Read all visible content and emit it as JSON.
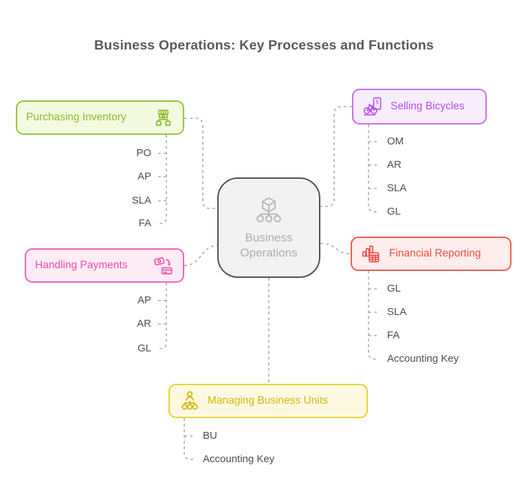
{
  "title": "Business Operations: Key Processes and Functions",
  "center": {
    "label": "Business Operations",
    "label_lines": [
      "Business",
      "Operations"
    ],
    "icon": "cube-network-icon",
    "fill": "#f2f2f2",
    "border_color": "#4f4f4f",
    "text_color": "#acacac"
  },
  "branches": [
    {
      "label": "Purchasing Inventory",
      "icon": "store-network-icon",
      "accent": "#95c43c",
      "fill": "#f3fadf",
      "text_color": "#8bbb2c",
      "children": [
        "PO",
        "AP",
        "SLA",
        "FA"
      ]
    },
    {
      "label": "Selling Bicycles",
      "icon": "bicycle-invoice-icon",
      "accent": "#c76ef1",
      "fill": "#f8eefe",
      "text_color": "#b44ff0",
      "children": [
        "OM",
        "AR",
        "SLA",
        "GL"
      ]
    },
    {
      "label": "Handling Payments",
      "icon": "money-transfer-icon",
      "accent": "#f161b3",
      "fill": "#fdebf5",
      "text_color": "#ef4fa9",
      "children": [
        "AP",
        "AR",
        "GL"
      ]
    },
    {
      "label": "Financial Reporting",
      "icon": "chart-calculator-icon",
      "accent": "#f3594e",
      "fill": "#fdedec",
      "text_color": "#f14c40",
      "children": [
        "GL",
        "SLA",
        "FA",
        "Accounting Key"
      ]
    },
    {
      "label": "Managing Business Units",
      "icon": "org-chart-icon",
      "accent": "#e8d234",
      "fill": "#fdf9e0",
      "text_color": "#d2b812",
      "children": [
        "BU",
        "Accounting Key"
      ]
    }
  ],
  "connector_color": "#a9a9a9",
  "child_text_color": "#4d4d4d"
}
